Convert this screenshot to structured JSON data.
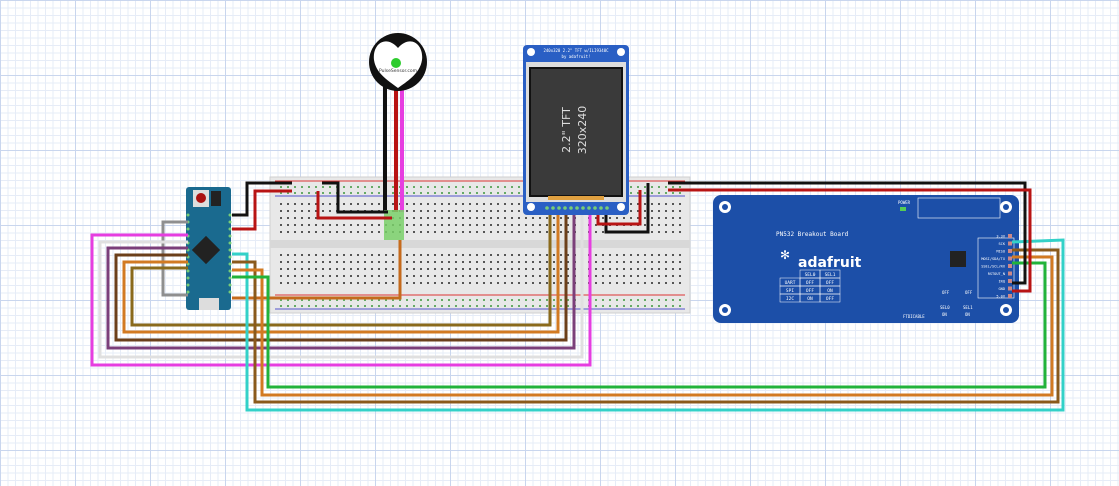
{
  "pulse_sensor": {
    "brand": "PulseSensor.com"
  },
  "tft": {
    "header_line1": "240x320 2.2\" TFT w/ILI9340C",
    "header_line2": "by adafruit!",
    "screen_line1": "2.2\" TFT",
    "screen_line2": "320x240"
  },
  "pn532": {
    "title": "PN532 Breakout Board",
    "logo": "adafruit",
    "power_label": "POWER",
    "mode_table": {
      "headers": [
        "",
        "SEL0",
        "SEL1"
      ],
      "rows": [
        [
          "UART",
          "OFF",
          "OFF"
        ],
        [
          "SPI",
          "OFF",
          "ON"
        ],
        [
          "I2C",
          "ON",
          "OFF"
        ]
      ]
    },
    "pins": [
      "3.3V",
      "SCK",
      "MISO",
      "MOSI/SDA/TX",
      "SSEL/SCL/RX",
      "RSTOUT_N",
      "IRQ",
      "GND",
      "5.0V"
    ],
    "ftdi_label": "FTDICABLE",
    "sel0": "SEL0",
    "sel1": "SEL1",
    "off": "OFF",
    "on": "ON"
  },
  "colors": {
    "arduino": "#1a6a8f",
    "pn532": "#1c4fa8",
    "tft_board": "#2a5fc4",
    "wire_black": "#111111",
    "wire_red": "#b81414",
    "wire_magenta": "#e63ee0",
    "wire_cyan": "#33d1c8",
    "wire_brown": "#8a5a1c",
    "wire_orange": "#d27a22",
    "wire_green": "#22b33a",
    "wire_purple": "#7b3f7a",
    "wire_gray": "#8f8f8f"
  }
}
